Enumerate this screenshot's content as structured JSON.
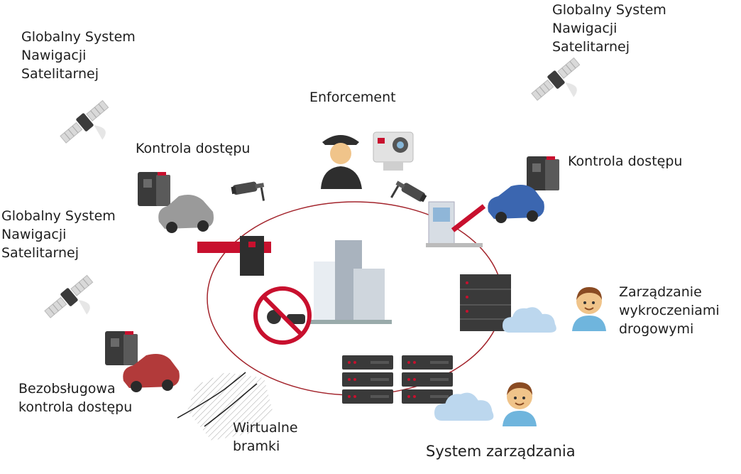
{
  "labels": {
    "gnss_top_left": "Globalny System\nNawigacji\nSatelitarnej",
    "gnss_top_right": "Globalny System\nNawigacji\nSatelitarnej",
    "gnss_mid_left": "Globalny System\nNawigacji\nSatelitarnej",
    "access_left": "Kontrola dostępu",
    "access_right": "Kontrola dostępu",
    "enforcement": "Enforcement",
    "traffic_offences": "Zarządzanie\nwykroczeniami\ndrogowymi",
    "unattended_access": "Bezobsługowa\nkontrola dostępu",
    "virtual_gates": "Wirtualne\nbramki",
    "management_system": "System zarządzania"
  },
  "colors": {
    "ring": "#a3242c",
    "accent_red": "#c8102e",
    "server": "#3a3a3a",
    "cloud": "#bcd7ee",
    "car_gray": "#9a9a9a",
    "car_blue": "#3b66b0",
    "car_red": "#b23a3a"
  },
  "icons": [
    "satellite-icon",
    "camera-icon",
    "police-officer-icon",
    "action-camera-icon",
    "car-icon",
    "barrier-gate-icon",
    "toll-booth-icon",
    "server-rack-icon",
    "cloud-icon",
    "person-avatar-icon",
    "building-icon",
    "no-pedestrians-sign-icon",
    "card-reader-icon",
    "virtual-gate-map-icon"
  ]
}
